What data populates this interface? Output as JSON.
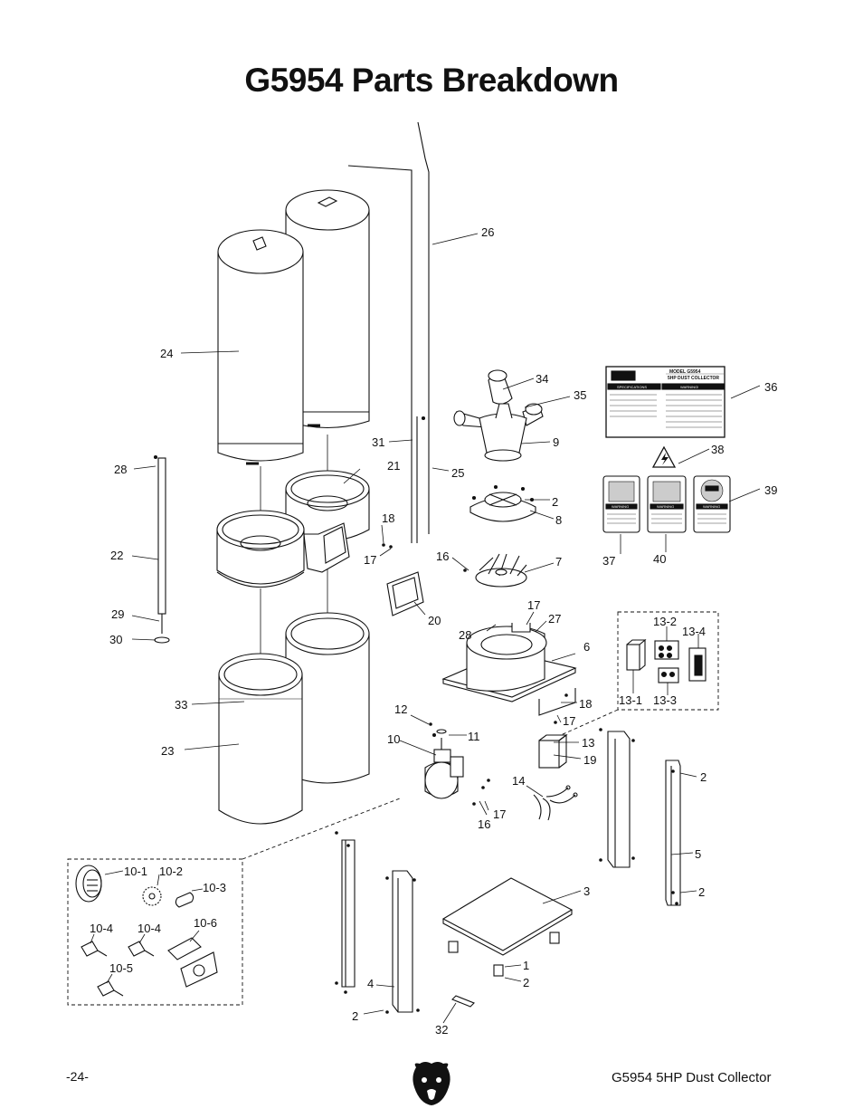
{
  "title": "G5954 Parts Breakdown",
  "footer": {
    "page_number": "-24-",
    "model": "G5954 5HP Dust Collector"
  },
  "labels": {
    "p1": "1",
    "p2": "2",
    "p3": "3",
    "p4": "4",
    "p5": "5",
    "p6": "6",
    "p7": "7",
    "p8": "8",
    "p9": "9",
    "p10": "10",
    "p11": "11",
    "p12": "12",
    "p13": "13",
    "p14": "14",
    "p16": "16",
    "p17": "17",
    "p18": "18",
    "p19": "19",
    "p20": "20",
    "p21": "21",
    "p22": "22",
    "p23": "23",
    "p24": "24",
    "p25": "25",
    "p26": "26",
    "p27": "27",
    "p28": "28",
    "p29": "29",
    "p30": "30",
    "p31": "31",
    "p32": "32",
    "p33": "33",
    "p34": "34",
    "p35": "35",
    "p36": "36",
    "p37": "37",
    "p38": "38",
    "p39": "39",
    "p40": "40",
    "p10_1": "10-1",
    "p10_2": "10-2",
    "p10_3": "10-3",
    "p10_4": "10-4",
    "p10_5": "10-5",
    "p10_6": "10-6",
    "p13_1": "13-1",
    "p13_2": "13-2",
    "p13_3": "13-3",
    "p13_4": "13-4"
  },
  "spec_label": {
    "model": "MODEL G5954",
    "name": "5HP DUST COLLECTOR",
    "specifications": "SPECIFICATIONS",
    "warning": "WARNING!"
  },
  "warning_tags": {
    "w37": "WARNING",
    "w40": "WARNING",
    "w39": "WARNING"
  },
  "icons": [
    "bear-head-logo",
    "electrical-hazard-icon"
  ]
}
